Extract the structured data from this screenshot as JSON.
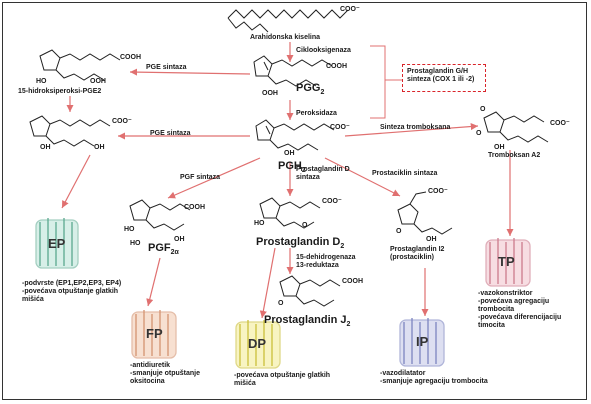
{
  "groups": {
    "coo": "COO⁻",
    "cooh": "COOH",
    "ooh": "OOH",
    "oh": "OH",
    "ho": "HO",
    "o": "O"
  },
  "molecules": {
    "arachidonic": "Arahidonska kiselina",
    "pgg2_base": "PGG",
    "pgg2_sub": "2",
    "pgh2_base": "PGH",
    "pgh2_sub": "2",
    "hydroperoxy_pge2": "15-hidroksiperoksi-PGE2",
    "thromboxane_a2": "Tromboksan A2",
    "pgf2a_base": "PGF",
    "pgf2a_sub": "2α",
    "pgd2_base": "Prostaglandin D",
    "pgd2_sub": "2",
    "pgj2_base": "Prostaglandin J",
    "pgj2_sub": "2",
    "pgi2_1": "Prostaglandin I2",
    "pgi2_2": "(prostaciklin)"
  },
  "enzymes": {
    "cyclooxygenase": "Ciklooksigenaza",
    "peroxidase": "Peroksidaza",
    "pge_synthase": "PGE sintaza",
    "thromboxane_synthase": "Sinteza tromboksana",
    "pgf_synthase": "PGF sintaza",
    "pgd_synthase_1": "Prostaglandin D",
    "pgd_synthase_2": "sintaza",
    "dehydrogenase": "15-dehidrogenaza",
    "reductase": "13-reduktaza",
    "prostacyclin_synthase": "Prostaciklin sintaza"
  },
  "cox_box": {
    "line1": "Prostaglandin G/H",
    "line2": "sinteza (COX 1 ili -2)"
  },
  "receptors": {
    "ep": {
      "name": "EP",
      "notes": [
        "-podvrste (EP1,EP2,EP3, EP4)",
        "-povećava otpuštanje glatkih mišića"
      ]
    },
    "fp": {
      "name": "FP",
      "notes": [
        "-antidiuretik",
        "-smanjuje otpuštanje oksitocina"
      ]
    },
    "dp": {
      "name": "DP",
      "notes": [
        "-povećava otpuštanje glatkih mišića"
      ]
    },
    "ip": {
      "name": "IP",
      "notes": [
        "-vazodilatator",
        "-smanjuje agregaciju trombocita"
      ]
    },
    "tp": {
      "name": "TP",
      "notes": [
        "-vazokonstriktor",
        "-povećava agregaciju trombocita",
        "-povećava diferencijaciju timocita"
      ]
    }
  },
  "colors": {
    "arrow": "#e07070",
    "cox_border": "#d9242a",
    "ep": "#5aa88f",
    "fp": "#d49371",
    "dp": "#cbbf3a",
    "ip": "#7c84c0",
    "tp": "#cc7b8d"
  }
}
